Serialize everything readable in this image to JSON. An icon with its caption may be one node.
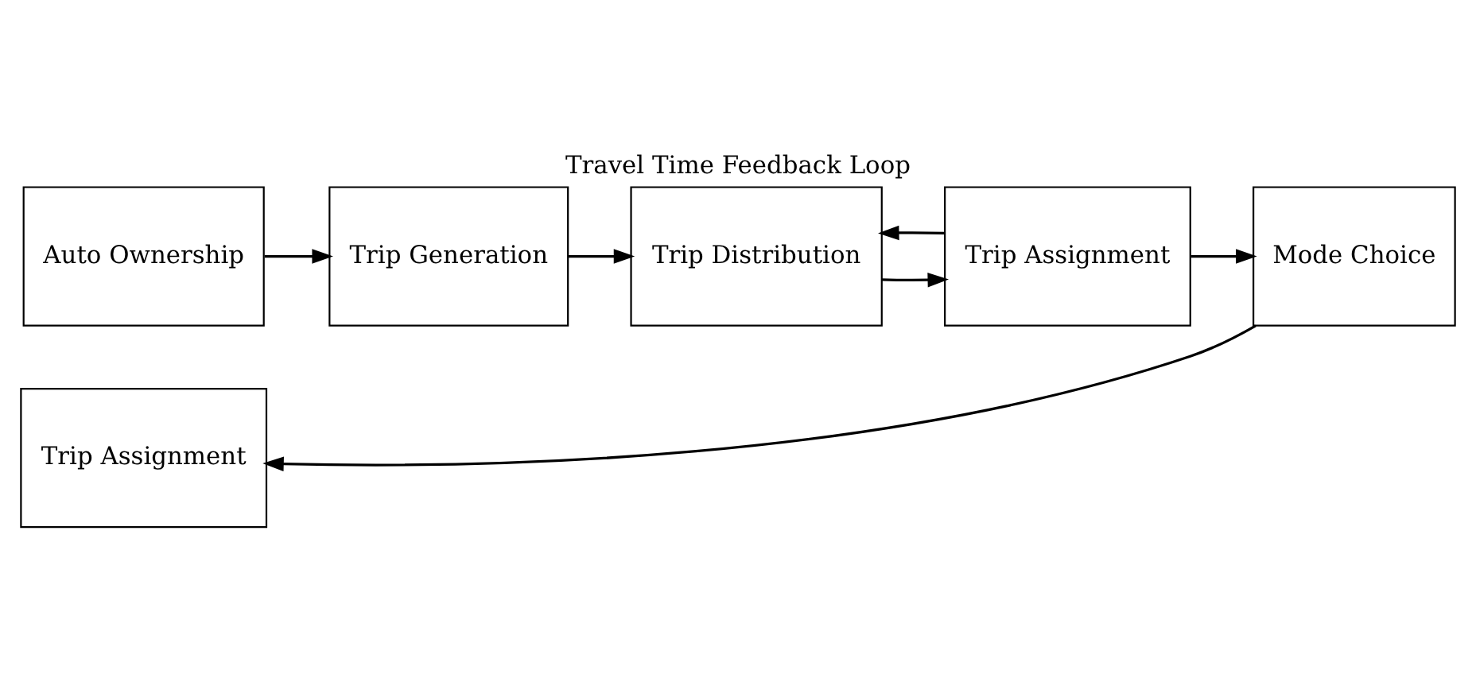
{
  "diagram": {
    "title": "Travel Time Feedback Loop",
    "nodes": [
      {
        "text": [
          "Auto Ownership"
        ]
      },
      {
        "text": [
          "Trip Generation"
        ]
      },
      {
        "text": [
          "Trip Distribution"
        ]
      },
      {
        "text": [
          "Trip Assignment"
        ]
      },
      {
        "text": [
          "Trip Assignment"
        ]
      },
      {
        "text": [
          "Mode Choice"
        ]
      }
    ],
    "edges": [
      {
        "from": 0,
        "to": 1,
        "arrow": "to"
      },
      {
        "from": 1,
        "to": 2,
        "arrow": "to"
      },
      {
        "from": 2,
        "to": 3,
        "arrow": "to"
      },
      {
        "from": 3,
        "to": 2,
        "arrow": "to"
      },
      {
        "from": 3,
        "to": 5,
        "arrow": "to"
      },
      {
        "from": 5,
        "to": 4,
        "arrow": "to"
      }
    ]
  }
}
